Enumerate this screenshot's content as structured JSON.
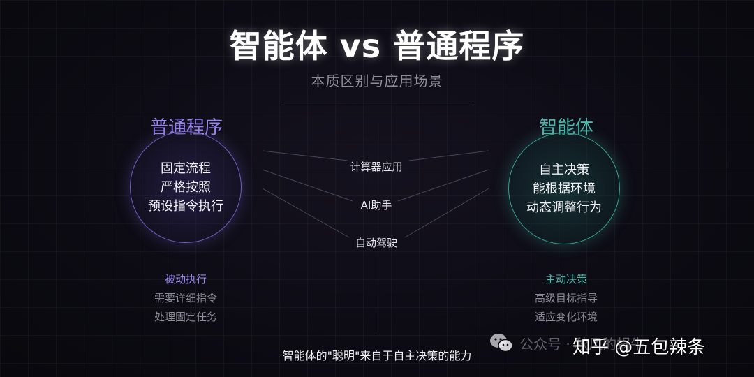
{
  "header": {
    "title": "智能体 vs 普通程序",
    "subtitle": "本质区别与应用场景"
  },
  "left": {
    "title": "普通程序",
    "circle_lines": [
      "固定流程",
      "严格按照",
      "预设指令执行"
    ],
    "bottom_head": "被动执行",
    "bottom_lines": [
      "需要详细指令",
      "处理固定任务"
    ]
  },
  "right": {
    "title": "智能体",
    "circle_lines": [
      "自主决策",
      "能根据环境",
      "动态调整行为"
    ],
    "bottom_head": "主动决策",
    "bottom_lines": [
      "高级目标指导",
      "适应变化环境"
    ]
  },
  "middle": {
    "examples": [
      "计算器应用",
      "AI助手",
      "自动驾驶"
    ]
  },
  "footer": {
    "caption": "智能体的\"聪明\"来自于自主决策的能力"
  },
  "watermark": {
    "account": "公众号 · 秋风的蜗牛",
    "site": "知乎 @五包辣条"
  },
  "colors": {
    "left_accent": "#9b86f0",
    "right_accent": "#4fb8ac",
    "background": "#0c0b13"
  }
}
